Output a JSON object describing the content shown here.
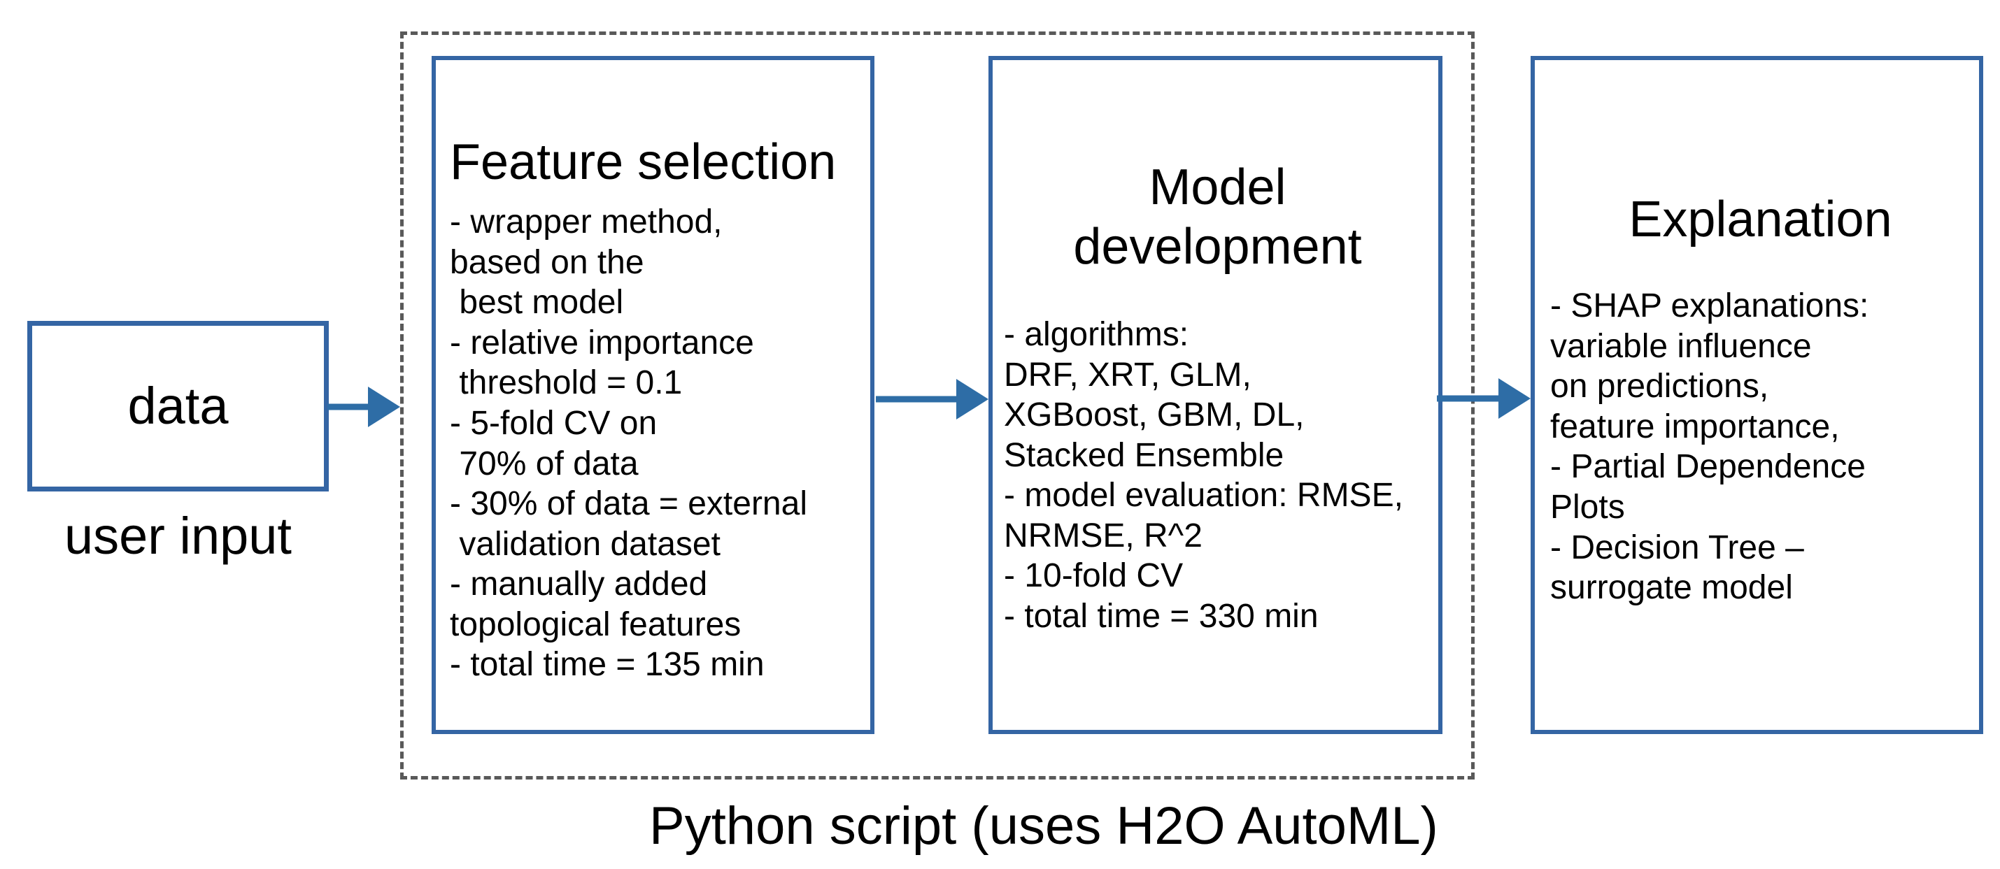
{
  "colors": {
    "box_border": "#3465a4",
    "arrow": "#2e6da6",
    "dashed_border": "#595959",
    "text": "#000000",
    "background": "#ffffff"
  },
  "data_box": {
    "label": "data",
    "caption": "user input"
  },
  "automl_container": {
    "caption": "Python script (uses H2O AutoML)"
  },
  "boxes": {
    "feature_selection": {
      "title": "Feature selection",
      "lines": [
        "- wrapper method,",
        "based on the",
        " best model",
        "- relative importance",
        " threshold = 0.1",
        "- 5-fold CV on",
        " 70% of data",
        "- 30% of data = external",
        " validation dataset",
        "- manually added",
        "topological features",
        "- total time = 135 min"
      ]
    },
    "model_development": {
      "title": "Model\ndevelopment",
      "lines": [
        "- algorithms:",
        "DRF, XRT, GLM,",
        "XGBoost, GBM, DL,",
        "Stacked Ensemble",
        "- model evaluation: RMSE,",
        "NRMSE, R^2",
        "- 10-fold CV",
        "- total time = 330 min"
      ]
    },
    "explanation": {
      "title": "Explanation",
      "lines": [
        "- SHAP explanations:",
        "variable influence",
        "on predictions,",
        "feature importance,",
        "- Partial Dependence",
        "Plots",
        "- Decision Tree –",
        "surrogate model"
      ]
    }
  }
}
